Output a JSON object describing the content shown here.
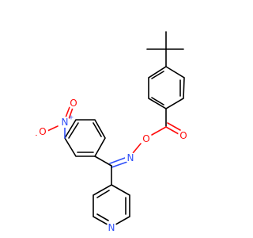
{
  "atoms": {
    "nitro_n": {
      "label": "N",
      "charge": "+",
      "color": "#3050f8"
    },
    "nitro_o_top": {
      "label": "O",
      "color": "#ff0d0d"
    },
    "nitro_o_left": {
      "label": "O",
      "charge": "-",
      "color": "#ff0d0d"
    },
    "oxime_n": {
      "label": "N",
      "color": "#3050f8"
    },
    "oxime_o": {
      "label": "O",
      "color": "#ff0d0d"
    },
    "carbonyl_o": {
      "label": "O",
      "color": "#ff0d0d"
    },
    "pyridine_n": {
      "label": "N",
      "color": "#3050f8"
    }
  },
  "bond_color": "#000000"
}
